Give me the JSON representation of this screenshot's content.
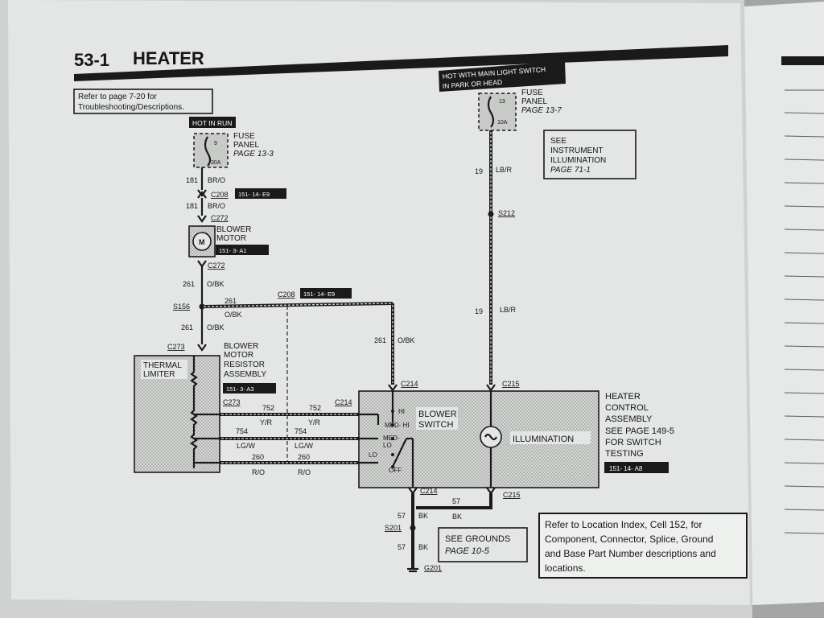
{
  "page": {
    "section_number": "53-1",
    "section_title": "HEATER",
    "refer_note": [
      "Refer to page 7-20 for",
      "Troubleshooting/Descriptions."
    ],
    "location_note": [
      "Refer to Location Index, Cell 152, for",
      "Component, Connector, Splice, Ground",
      "and Base Part Number descriptions and",
      "locations."
    ]
  },
  "power": {
    "left_label": "HOT IN RUN",
    "right_label": [
      "HOT WITH MAIN LIGHT SWITCH",
      "IN PARK OR HEAD"
    ],
    "left_fuse": {
      "title": [
        "FUSE",
        "PANEL"
      ],
      "page": "PAGE 13-3",
      "num": "9",
      "amps": "30A"
    },
    "right_fuse": {
      "title": [
        "FUSE",
        "PANEL"
      ],
      "page": "PAGE 13-7",
      "num": "13",
      "amps": "10A"
    }
  },
  "instrument_note": [
    "SEE",
    "INSTRUMENT",
    "ILLUMINATION",
    "PAGE 71-1"
  ],
  "connectors": {
    "c208": "C208",
    "c272": "C272",
    "c273": "C273",
    "c214": "C214",
    "c215": "C215",
    "s156": "S156",
    "s212": "S212",
    "s201": "S201",
    "g201": "G201"
  },
  "wires": {
    "w181": "181",
    "br_o": "BR/O",
    "w261": "261",
    "o_bk": "O/BK",
    "w19": "19",
    "lb_r": "LB/R",
    "w752": "752",
    "y_r": "Y/R",
    "w754": "754",
    "lg_w": "LG/W",
    "w260": "260",
    "r_o": "R/O",
    "w57": "57",
    "bk": "BK"
  },
  "refs": {
    "r_c208": "151-  14-  E9",
    "r_motor": "151-  3-   A1",
    "r_resistor": "151-  3-   A3",
    "r_control": "151-  14-  A8"
  },
  "components": {
    "blower_motor": [
      "BLOWER",
      "MOTOR"
    ],
    "motor_symbol": "M",
    "resistor": [
      "BLOWER",
      "MOTOR",
      "RESISTOR",
      "ASSEMBLY"
    ],
    "thermal": [
      "THERMAL",
      "LIMITER"
    ],
    "blower_switch": [
      "BLOWER",
      "SWITCH"
    ],
    "switch_positions": {
      "hi": "HI",
      "med_hi": "MED- HI",
      "med_lo": "MED-",
      "lo2": "LO",
      "lo": "LO",
      "off": "OFF"
    },
    "illumination": "ILLUMINATION",
    "heater_control": [
      "HEATER",
      "CONTROL",
      "ASSEMBLY"
    ],
    "heater_page": [
      "SEE PAGE 149-5",
      "FOR SWITCH",
      "TESTING"
    ]
  },
  "grounds_note": [
    "SEE GROUNDS",
    "PAGE 10-5"
  ],
  "colors": {
    "ink": "#1a1a1a",
    "paper": "#e3e6e4",
    "shade": "#c8cac8"
  }
}
